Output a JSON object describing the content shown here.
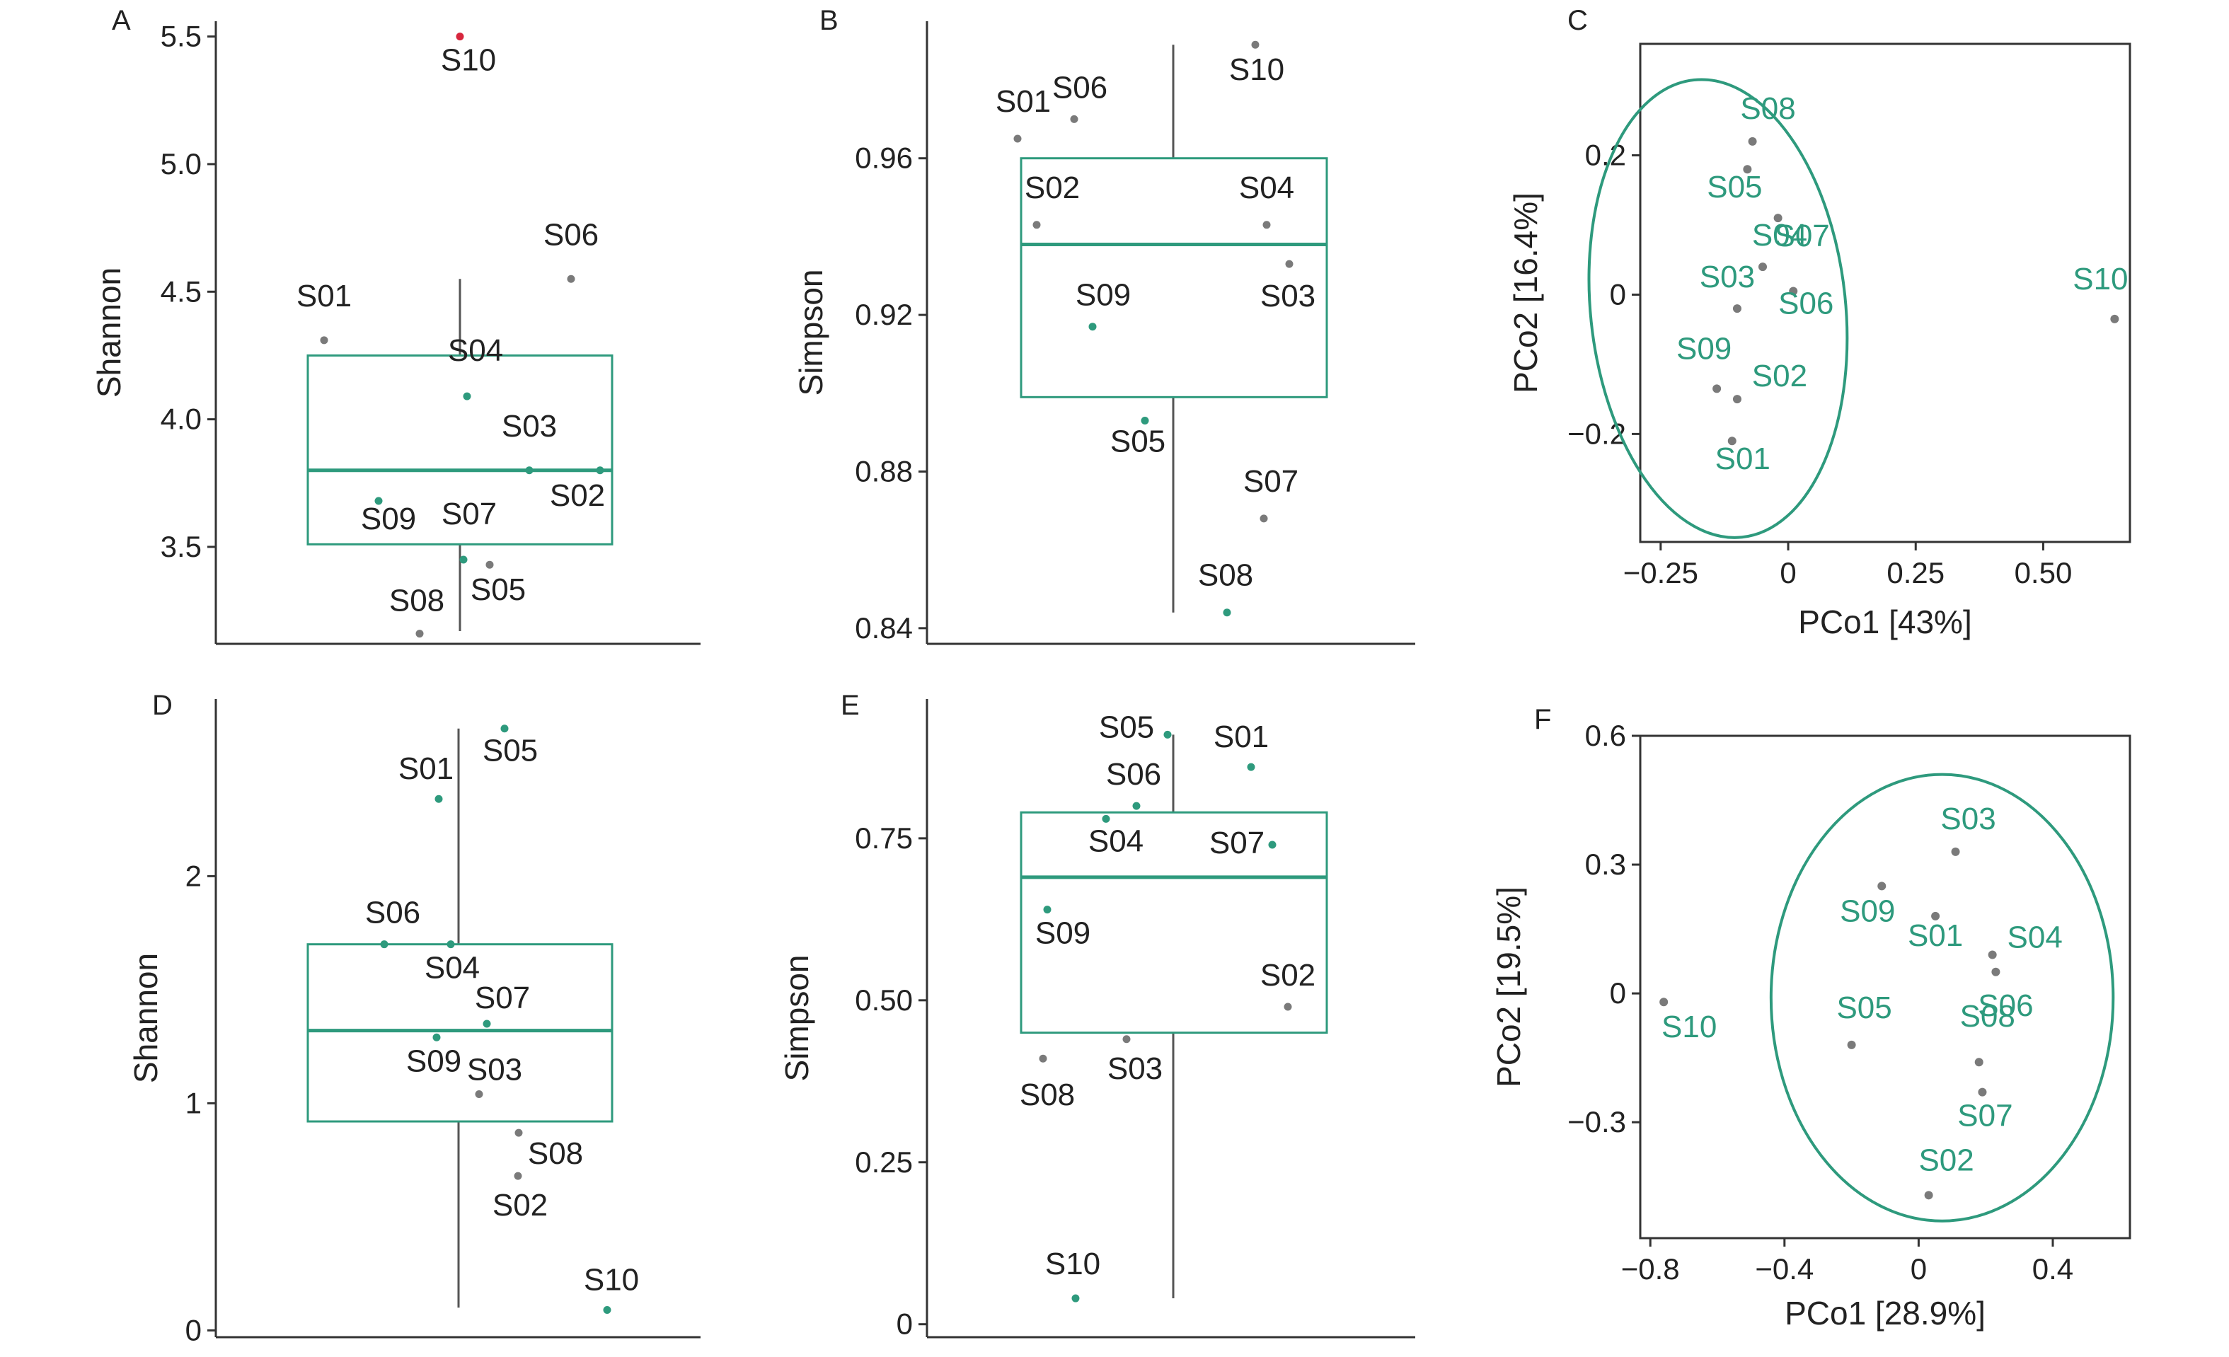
{
  "colors": {
    "accent": "#2e9a7d",
    "grey_point": "#7a7a7a",
    "outlier": "#d7263d",
    "text": "#222222",
    "axis": "#333333",
    "whisker": "#555555"
  },
  "chart_data": [
    {
      "panel": "A",
      "type": "box",
      "ylabel": "Shannon",
      "yticks": [
        "3.5",
        "4.0",
        "4.5",
        "5.0",
        "5.5"
      ],
      "ylim": [
        3.12,
        5.56
      ],
      "box": {
        "q1": 3.51,
        "median": 3.8,
        "q3": 4.25,
        "whisker_low": 3.17,
        "whisker_high": 4.55
      },
      "points": [
        {
          "label": "S01",
          "y": 4.31
        },
        {
          "label": "S02",
          "y": 3.8
        },
        {
          "label": "S03",
          "y": 3.8
        },
        {
          "label": "S04",
          "y": 4.09
        },
        {
          "label": "S05",
          "y": 3.43
        },
        {
          "label": "S06",
          "y": 4.55
        },
        {
          "label": "S07",
          "y": 3.45
        },
        {
          "label": "S08",
          "y": 3.16
        },
        {
          "label": "S09",
          "y": 3.68
        },
        {
          "label": "S10",
          "y": 5.5
        }
      ]
    },
    {
      "panel": "B",
      "type": "box",
      "ylabel": "Simpson",
      "yticks": [
        "0.84",
        "0.88",
        "0.92",
        "0.96"
      ],
      "ylim": [
        0.836,
        0.995
      ],
      "box": {
        "q1": 0.899,
        "median": 0.938,
        "q3": 0.96,
        "whisker_low": 0.844,
        "whisker_high": 0.989
      },
      "points": [
        {
          "label": "S01",
          "y": 0.965
        },
        {
          "label": "S02",
          "y": 0.943
        },
        {
          "label": "S03",
          "y": 0.933
        },
        {
          "label": "S04",
          "y": 0.943
        },
        {
          "label": "S05",
          "y": 0.893
        },
        {
          "label": "S06",
          "y": 0.97
        },
        {
          "label": "S07",
          "y": 0.868
        },
        {
          "label": "S08",
          "y": 0.844
        },
        {
          "label": "S09",
          "y": 0.917
        },
        {
          "label": "S10",
          "y": 0.989
        }
      ]
    },
    {
      "panel": "C",
      "type": "scatter",
      "xlabel": "PCo1 [43%]",
      "ylabel": "PCo2 [16.4%]",
      "xticks": [
        "−0.25",
        "0",
        "0.25",
        "0.50"
      ],
      "yticks": [
        "−0.2",
        "0",
        "0.2"
      ],
      "xlim": [
        -0.29,
        0.67
      ],
      "ylim": [
        -0.355,
        0.36
      ],
      "points": [
        {
          "label": "S01",
          "x": -0.11,
          "y": -0.21
        },
        {
          "label": "S02",
          "x": -0.1,
          "y": -0.15
        },
        {
          "label": "S03",
          "x": -0.1,
          "y": -0.02
        },
        {
          "label": "S04",
          "x": -0.05,
          "y": 0.04
        },
        {
          "label": "S05",
          "x": -0.08,
          "y": 0.18
        },
        {
          "label": "S06",
          "x": 0.01,
          "y": 0.005
        },
        {
          "label": "S07",
          "x": -0.02,
          "y": 0.11
        },
        {
          "label": "S08",
          "x": -0.07,
          "y": 0.22
        },
        {
          "label": "S09",
          "x": -0.14,
          "y": -0.135
        },
        {
          "label": "S10",
          "x": 0.64,
          "y": -0.035
        }
      ]
    },
    {
      "panel": "D",
      "type": "box",
      "ylabel": "Shannon",
      "yticks": [
        "0",
        "1",
        "2"
      ],
      "ylim": [
        -0.03,
        2.78
      ],
      "box": {
        "q1": 0.92,
        "median": 1.32,
        "q3": 1.7,
        "whisker_low": 0.1,
        "whisker_high": 2.65
      },
      "points": [
        {
          "label": "S01",
          "y": 2.34
        },
        {
          "label": "S02",
          "y": 0.68
        },
        {
          "label": "S03",
          "y": 1.04
        },
        {
          "label": "S04",
          "y": 1.7
        },
        {
          "label": "S05",
          "y": 2.65
        },
        {
          "label": "S06",
          "y": 1.7
        },
        {
          "label": "S07",
          "y": 1.35
        },
        {
          "label": "S08",
          "y": 0.87
        },
        {
          "label": "S09",
          "y": 1.29
        },
        {
          "label": "S10",
          "y": 0.09
        }
      ]
    },
    {
      "panel": "E",
      "type": "box",
      "ylabel": "Simpson",
      "yticks": [
        "0",
        "0.25",
        "0.50",
        "0.75"
      ],
      "ylim": [
        -0.02,
        0.965
      ],
      "box": {
        "q1": 0.45,
        "median": 0.69,
        "q3": 0.79,
        "whisker_low": 0.04,
        "whisker_high": 0.91
      },
      "points": [
        {
          "label": "S01",
          "y": 0.86
        },
        {
          "label": "S02",
          "y": 0.49
        },
        {
          "label": "S03",
          "y": 0.44
        },
        {
          "label": "S04",
          "y": 0.78
        },
        {
          "label": "S05",
          "y": 0.91
        },
        {
          "label": "S06",
          "y": 0.8
        },
        {
          "label": "S07",
          "y": 0.74
        },
        {
          "label": "S08",
          "y": 0.41
        },
        {
          "label": "S09",
          "y": 0.64
        },
        {
          "label": "S10",
          "y": 0.04
        }
      ]
    },
    {
      "panel": "F",
      "type": "scatter",
      "xlabel": "PCo1 [28.9%]",
      "ylabel": "PCo2 [19.5%]",
      "xticks": [
        "−0.8",
        "−0.4",
        "0",
        "0.4"
      ],
      "yticks": [
        "−0.3",
        "0",
        "0.3",
        "0.6"
      ],
      "xlim": [
        -0.83,
        0.63
      ],
      "ylim": [
        -0.57,
        0.6
      ],
      "points": [
        {
          "label": "S01",
          "x": 0.05,
          "y": 0.18
        },
        {
          "label": "S02",
          "x": 0.03,
          "y": -0.47
        },
        {
          "label": "S03",
          "x": 0.11,
          "y": 0.33
        },
        {
          "label": "S04",
          "x": 0.22,
          "y": 0.09
        },
        {
          "label": "S05",
          "x": -0.2,
          "y": -0.12
        },
        {
          "label": "S06",
          "x": 0.23,
          "y": 0.05
        },
        {
          "label": "S07",
          "x": 0.19,
          "y": -0.23
        },
        {
          "label": "S08",
          "x": 0.18,
          "y": -0.16
        },
        {
          "label": "S09",
          "x": -0.11,
          "y": 0.25
        },
        {
          "label": "S10",
          "x": -0.76,
          "y": -0.02
        }
      ]
    }
  ]
}
